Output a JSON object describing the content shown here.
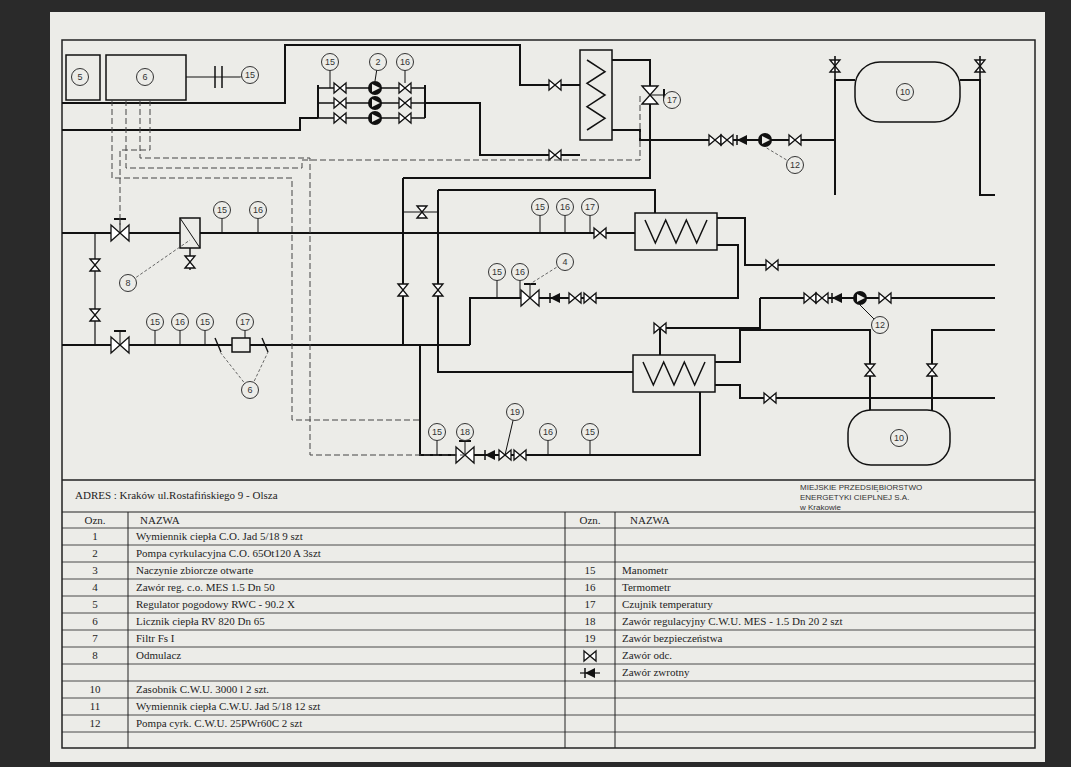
{
  "diagram": {
    "nodes": [
      {
        "text": [
          "5"
        ]
      },
      {
        "text": [
          "6"
        ]
      },
      {
        "text": [
          "15"
        ]
      },
      {
        "text": [
          "15"
        ]
      },
      {
        "text": [
          "2"
        ]
      },
      {
        "text": [
          "16"
        ]
      },
      {
        "text": [
          "17"
        ]
      },
      {
        "text": [
          "10"
        ]
      },
      {
        "text": [
          "12"
        ]
      },
      {
        "text": [
          "8"
        ]
      },
      {
        "text": [
          "15"
        ]
      },
      {
        "text": [
          "16"
        ]
      },
      {
        "text": [
          "15"
        ]
      },
      {
        "text": [
          "16"
        ]
      },
      {
        "text": [
          "17"
        ]
      },
      {
        "text": [
          "15"
        ]
      },
      {
        "text": [
          "16"
        ]
      },
      {
        "text": [
          "4"
        ]
      },
      {
        "text": [
          "15"
        ]
      },
      {
        "text": [
          "16"
        ]
      },
      {
        "text": [
          "15"
        ]
      },
      {
        "text": [
          "17"
        ]
      },
      {
        "text": [
          "6"
        ]
      },
      {
        "text": [
          "12"
        ]
      },
      {
        "text": [
          "15"
        ]
      },
      {
        "text": [
          "18"
        ]
      },
      {
        "text": [
          "19"
        ]
      },
      {
        "text": [
          "16"
        ]
      },
      {
        "text": [
          "15"
        ]
      },
      {
        "text": [
          "10"
        ]
      }
    ],
    "labels": [
      "ADRES : Kraków ul.Rostafińskiego 9 - Olsza",
      "MIEJSKIE PRZEDSIĘBIORSTWO",
      "ENERGETYKI CIEPLNEJ S.A.",
      "w Krakowie",
      "Ozn.",
      "NAZWA",
      "Ozn.",
      "NAZWA",
      "1",
      "Wymiennik ciepła C.O. Jad 5/18 9 szt",
      "2",
      "Pompa cyrkulacyjna C.O. 65Ot120 A 3szt",
      "3",
      "Naczynie zbiorcze otwarte",
      "4",
      "Zawór reg. c.o. MES 1.5 Dn 50",
      "5",
      "Regulator pogodowy RWC - 90.2 X",
      "6",
      "Licznik ciepła RV 820 Dn 65",
      "7",
      "Filtr Fs I",
      "8",
      "Odmulacz",
      "10",
      "Zasobnik C.W.U. 3000 l 2 szt.",
      "11",
      "Wymiennik ciepła C.W.U. Jad 5/18 12 szt",
      "12",
      "Pompa cyrk. C.W.U. 25PWr60C 2 szt",
      "15",
      "Manometr",
      "16",
      "Termometr",
      "17",
      "Czujnik temperatury",
      "18",
      "Zawór regulacyjny C.W.U. MES - 1.5 Dn 20 2 szt",
      "19",
      "Zawór bezpieczeństwa",
      "Zawór odc.",
      "Zawór zwrotny"
    ]
  }
}
